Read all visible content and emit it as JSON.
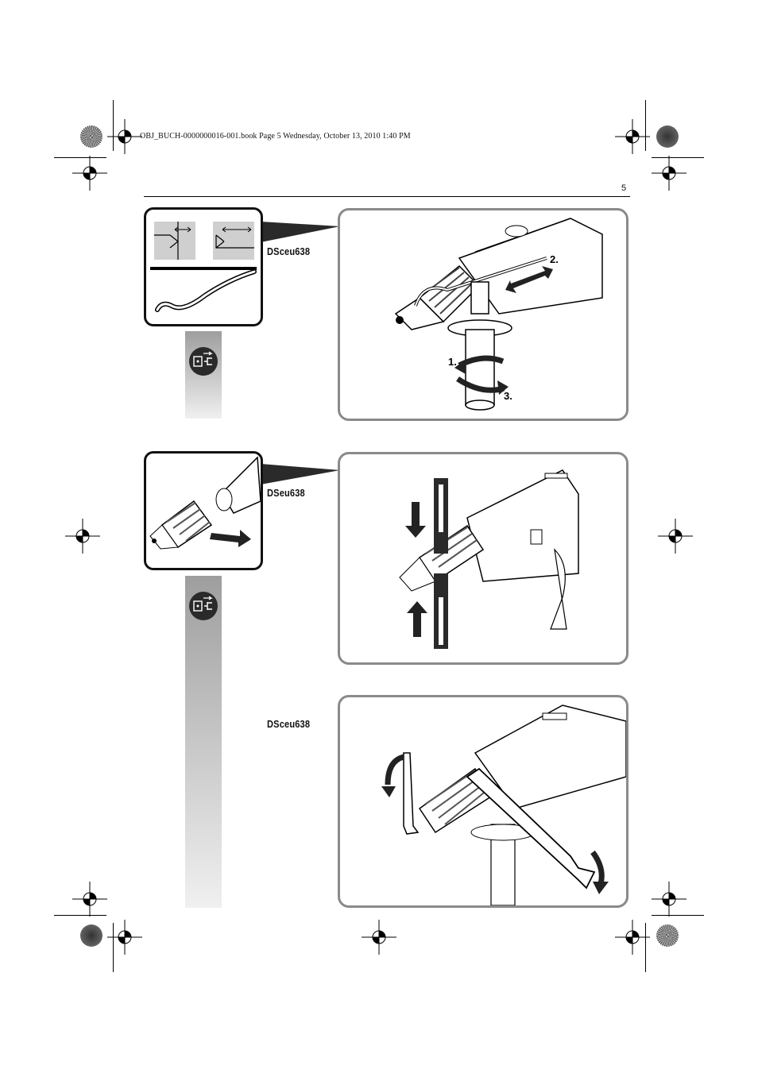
{
  "header": {
    "book_line": "OBJ_BUCH-0000000016-001.book  Page 5  Wednesday, October 13, 2010  1:40 PM",
    "page_number": "5"
  },
  "figures": [
    {
      "code": "DSceu638",
      "steps": [
        "1.",
        "2.",
        "3."
      ],
      "icons": [
        "depth-gauge-icon",
        "unplug-icon",
        "auxiliary-handle-icon"
      ]
    },
    {
      "code": "DSeu638",
      "icons": [
        "chuck-removal-icon",
        "unplug-icon",
        "chuck-wrench-icon"
      ]
    },
    {
      "code": "DSceu638",
      "icons": [
        "hex-key-icon",
        "open-end-wrench-icon"
      ]
    }
  ],
  "colors": {
    "frame_border": "#8a8a8a",
    "inset_border": "#111111",
    "band_top": "#9e9e9e",
    "band_bottom": "#f0f0f0"
  }
}
